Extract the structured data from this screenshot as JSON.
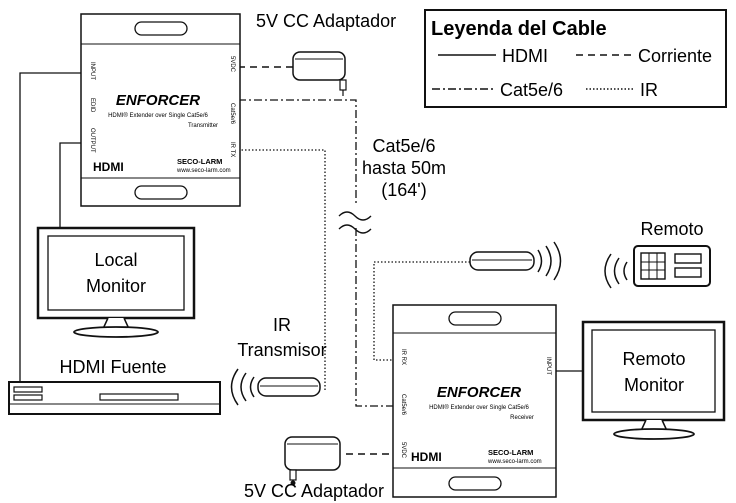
{
  "legend": {
    "title": "Leyenda del Cable",
    "hdmi": "HDMI",
    "power": "Corriente",
    "cat": "Cat5e/6",
    "ir": "IR"
  },
  "labels": {
    "adapter_top": "5V CC Adaptador",
    "adapter_bottom": "5V CC Adaptador",
    "cat_line1": "Cat5e/6",
    "cat_line2": "hasta 50m",
    "cat_line3": "(164')",
    "remote": "Remoto",
    "local_monitor_1": "Local",
    "local_monitor_2": "Monitor",
    "ir_tx_1": "IR",
    "ir_tx_2": "Transmisor",
    "hdmi_source": "HDMI Fuente",
    "remote_monitor_1": "Remoto",
    "remote_monitor_2": "Monitor"
  },
  "transmitter": {
    "brand": "ENFORCER",
    "subtitle": "HDMI® Extender over Single Cat5e/6",
    "role": "Transmitter",
    "hdmi_logo": "HDMI",
    "maker": "SECO-LARM",
    "url": "www.seco-larm.com",
    "port_input": "INPUT",
    "port_edid": "EDID",
    "port_output": "OUTPUT",
    "port_5vdc": "5VDC",
    "port_cat": "Cat5e/6",
    "port_irtx": "IR TX"
  },
  "receiver": {
    "brand": "ENFORCER",
    "subtitle": "HDMI® Extender over Single Cat5e/6",
    "role": "Receiver",
    "hdmi_logo": "HDMI",
    "maker": "SECO-LARM",
    "url": "www.seco-larm.com",
    "port_irrx": "IR RX",
    "port_cat": "Cat5e/6",
    "port_5vdc": "5VDC",
    "port_input": "INPUT"
  }
}
